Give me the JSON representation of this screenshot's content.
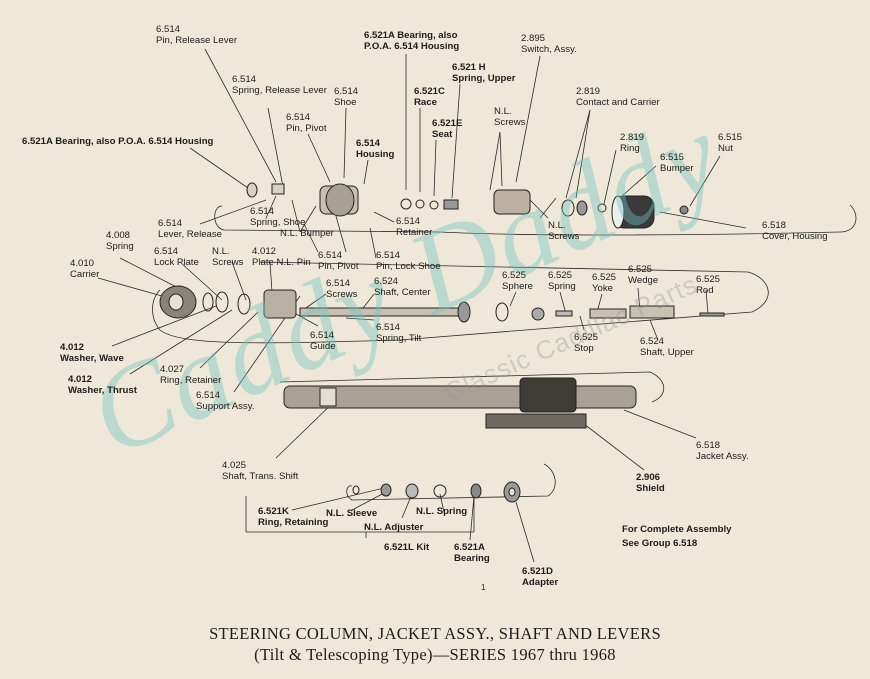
{
  "title": {
    "line1": "STEERING COLUMN, JACKET ASSY., SHAFT AND LEVERS",
    "line2": "(Tilt & Telescoping Type)—SERIES 1967 thru 1968"
  },
  "note": {
    "line1": "For Complete Assembly",
    "line2": "See Group 6.518"
  },
  "page_number": "1",
  "watermark": {
    "brand": "Caddy Daddy",
    "tagline": "Classic Cadillac Parts"
  },
  "labels": [
    {
      "id": "pin-release-lever",
      "num": "6.514",
      "desc": "Pin, Release Lever",
      "bold": false
    },
    {
      "id": "spring-release-lever",
      "num": "6.514",
      "desc": "Spring, Release Lever",
      "bold": false
    },
    {
      "id": "pin-pivot-top",
      "num": "6.514",
      "desc": "Pin, Pivot",
      "bold": false
    },
    {
      "id": "shoe",
      "num": "6.514",
      "desc": "Shoe",
      "bold": false
    },
    {
      "id": "housing",
      "num": "6.514",
      "desc": "Housing",
      "bold": true
    },
    {
      "id": "bearing-upper",
      "num": "6.521A Bearing, also",
      "desc": "P.O.A. 6.514 Housing",
      "bold": true
    },
    {
      "id": "race",
      "num": "6.521C",
      "desc": "Race",
      "bold": true
    },
    {
      "id": "seat",
      "num": "6.521E",
      "desc": "Seat",
      "bold": true
    },
    {
      "id": "spring-upper",
      "num": "6.521 H",
      "desc": "Spring, Upper",
      "bold": true
    },
    {
      "id": "switch-assy",
      "num": "2.895",
      "desc": "Switch, Assy.",
      "bold": false
    },
    {
      "id": "contact-carrier",
      "num": "2.819",
      "desc": "Contact and Carrier",
      "bold": false
    },
    {
      "id": "nl-screws-top",
      "num": "N.L.",
      "desc": "Screws",
      "bold": false
    },
    {
      "id": "ring-2819",
      "num": "2.819",
      "desc": "Ring",
      "bold": false
    },
    {
      "id": "nut",
      "num": "6.515",
      "desc": "Nut",
      "bold": false
    },
    {
      "id": "bumper",
      "num": "6.515",
      "desc": "Bumper",
      "bold": false
    },
    {
      "id": "bearing-left",
      "num": "6.521A Bearing, also P.O.A. 6.514 Housing",
      "desc": "",
      "bold": true
    },
    {
      "id": "lever-release",
      "num": "6.514",
      "desc": "Lever, Release",
      "bold": false
    },
    {
      "id": "spring-shoe",
      "num": "6.514",
      "desc": "Spring, Shoe",
      "bold": false
    },
    {
      "id": "nl-bumper",
      "num": "N.L. Bumper",
      "desc": "",
      "bold": false
    },
    {
      "id": "retainer",
      "num": "6.514",
      "desc": "Retainer",
      "bold": false
    },
    {
      "id": "nl-screws-mid",
      "num": "N.L.",
      "desc": "Screws",
      "bold": false
    },
    {
      "id": "cover-housing",
      "num": "6.518",
      "desc": "Cover, Housing",
      "bold": false
    },
    {
      "id": "spring-4008",
      "num": "4.008",
      "desc": "Spring",
      "bold": false
    },
    {
      "id": "lock-plate",
      "num": "6.514",
      "desc": "Lock Plate",
      "bold": false
    },
    {
      "id": "nl-screws-left",
      "num": "N.L.",
      "desc": "Screws",
      "bold": false
    },
    {
      "id": "plate-nl-pin",
      "num": "4.012",
      "desc": "Plate N.L. Pin",
      "bold": false
    },
    {
      "id": "pin-pivot-mid",
      "num": "6.514",
      "desc": "Pin, Pivot",
      "bold": false
    },
    {
      "id": "pin-lock-shoe",
      "num": "6.514",
      "desc": "Pin, Lock Shoe",
      "bold": false
    },
    {
      "id": "carrier",
      "num": "4.010",
      "desc": "Carrier",
      "bold": false
    },
    {
      "id": "screws-6514",
      "num": "6.514",
      "desc": "Screws",
      "bold": false
    },
    {
      "id": "shaft-center",
      "num": "6.524",
      "desc": "Shaft, Center",
      "bold": false
    },
    {
      "id": "sphere",
      "num": "6.525",
      "desc": "Sphere",
      "bold": false
    },
    {
      "id": "spring-6525",
      "num": "6.525",
      "desc": "Spring",
      "bold": false
    },
    {
      "id": "yoke",
      "num": "6.525",
      "desc": "Yoke",
      "bold": false
    },
    {
      "id": "wedge",
      "num": "6.525",
      "desc": "Wedge",
      "bold": false
    },
    {
      "id": "rod",
      "num": "6.525",
      "desc": "Rod",
      "bold": false
    },
    {
      "id": "guide",
      "num": "6.514",
      "desc": "Guide",
      "bold": false
    },
    {
      "id": "spring-tilt",
      "num": "6.514",
      "desc": "Spring, Tilt",
      "bold": false
    },
    {
      "id": "stop",
      "num": "6.525",
      "desc": "Stop",
      "bold": false
    },
    {
      "id": "shaft-upper",
      "num": "6.524",
      "desc": "Shaft, Upper",
      "bold": false
    },
    {
      "id": "washer-wave",
      "num": "4.012",
      "desc": "Washer, Wave",
      "bold": true
    },
    {
      "id": "ring-retainer",
      "num": "4.027",
      "desc": "Ring, Retainer",
      "bold": false
    },
    {
      "id": "washer-thrust",
      "num": "4.012",
      "desc": "Washer, Thrust",
      "bold": true
    },
    {
      "id": "support-assy",
      "num": "6.514",
      "desc": "Support Assy.",
      "bold": false
    },
    {
      "id": "jacket-assy",
      "num": "6.518",
      "desc": "Jacket Assy.",
      "bold": false
    },
    {
      "id": "shield",
      "num": "2.906",
      "desc": "Shield",
      "bold": true
    },
    {
      "id": "shaft-trans-shift",
      "num": "4.025",
      "desc": "Shaft, Trans. Shift",
      "bold": false
    },
    {
      "id": "ring-retaining",
      "num": "6.521K",
      "desc": "Ring, Retaining",
      "bold": true
    },
    {
      "id": "nl-sleeve",
      "num": "N.L. Sleeve",
      "desc": "",
      "bold": true
    },
    {
      "id": "nl-adjuster",
      "num": "N.L. Adjuster",
      "desc": "",
      "bold": true
    },
    {
      "id": "nl-spring",
      "num": "N.L. Spring",
      "desc": "",
      "bold": true
    },
    {
      "id": "kit-6521l",
      "num": "6.521L Kit",
      "desc": "",
      "bold": true
    },
    {
      "id": "bearing-lower",
      "num": "6.521A",
      "desc": "Bearing",
      "bold": true
    },
    {
      "id": "adapter",
      "num": "6.521D",
      "desc": "Adapter",
      "bold": true
    }
  ],
  "colors": {
    "paper": "#efe8d8",
    "ink": "#1c1c1c",
    "watermark": "#6ec4c4"
  }
}
